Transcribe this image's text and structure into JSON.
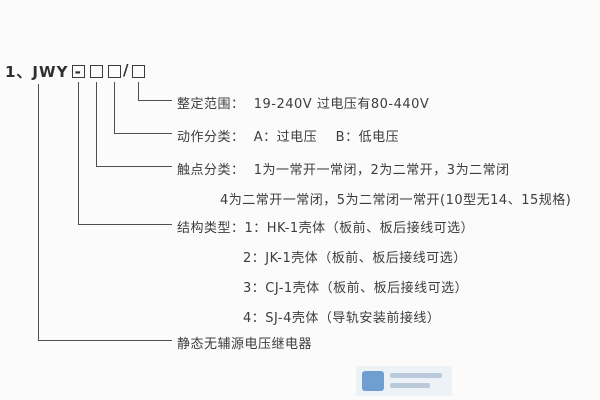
{
  "title": {
    "prefix": "1、JWY - ",
    "slash": "/"
  },
  "rows": {
    "range": {
      "text": "整定范围：  19-240V 过电压有80-440V"
    },
    "action": {
      "text": "动作分类：  A：过电压    B：低电压"
    },
    "contact": {
      "line1": "触点分类：  1为一常开一常闭，2为二常开，3为二常闭",
      "line2": "4为二常开一常闭，5为二常闭一常开(10型无14、15规格)"
    },
    "structure": {
      "line1": "结构类型：1：HK-1壳体（板前、板后接线可选）",
      "line2": "2：JK-1壳体（板前、板后接线可选）",
      "line3": "3：CJ-1壳体（板前、板后接线可选）",
      "line4": "4：SJ-4壳体（导轨安装前接线）"
    },
    "product": {
      "text": "静态无辅源电压继电器"
    }
  },
  "colors": {
    "line": "#4e4e4e",
    "text": "#3d3d3d",
    "background": "#fbfbfb"
  }
}
